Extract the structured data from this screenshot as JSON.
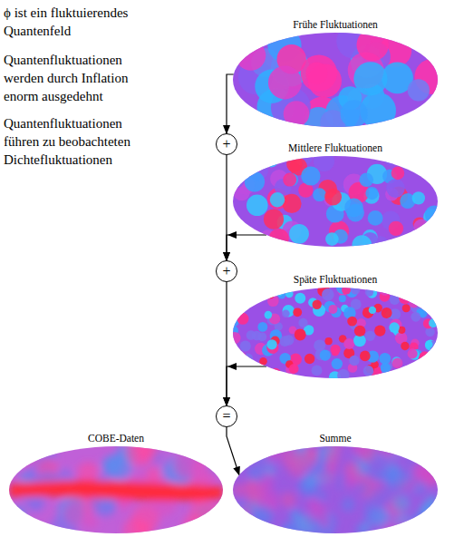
{
  "diagram": {
    "nodes": [
      {
        "text": [
          "Frühe Fluktuationen"
        ]
      },
      {
        "text": [
          "+"
        ]
      },
      {
        "text": [
          "Mittlere Fluktuationen"
        ]
      },
      {
        "text": [
          "+"
        ]
      },
      {
        "text": [
          "Späte Fluktuationen"
        ]
      },
      {
        "text": [
          "="
        ]
      },
      {
        "text": [
          "COBE-Daten"
        ]
      },
      {
        "text": [
          "Summe"
        ]
      }
    ],
    "edges": [
      {
        "from": 0,
        "to": 1,
        "arrow": "to"
      },
      {
        "from": 1,
        "to": 3,
        "arrow": "to"
      },
      {
        "from": 2,
        "to": 3,
        "arrow": "to"
      },
      {
        "from": 3,
        "to": 5,
        "arrow": "to"
      },
      {
        "from": 4,
        "to": 5,
        "arrow": "to"
      },
      {
        "from": 5,
        "to": 7,
        "arrow": "to"
      }
    ],
    "labels": [
      "ϕ ist ein fluktuierendes Quantenfeld",
      "Quantenfluktuationen werden durch Inflation enorm ausgedehnt",
      "Quantenfluktuationen führen zu beobachteten Dichtefluktuationen"
    ]
  }
}
